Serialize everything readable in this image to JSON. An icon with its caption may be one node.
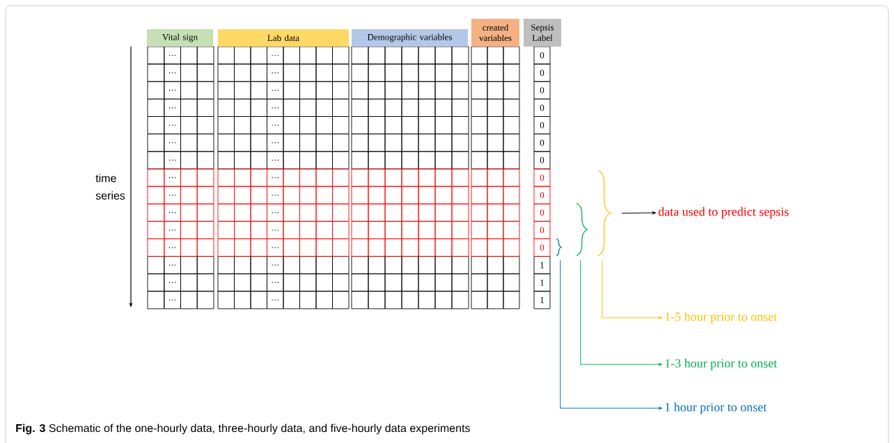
{
  "diagram": {
    "caption": "**Fig. 3** Schematic of the one-hourly data, three-hourly data, and five-hourly data experiments",
    "nodes": [
      {
        "text": [
          "Vital sign"
        ]
      },
      {
        "text": [
          "Lab data"
        ]
      },
      {
        "text": [
          "Demographic variables"
        ]
      },
      {
        "text": [
          "created variables"
        ]
      },
      {
        "text": [
          "Sepsis Label"
        ]
      },
      {
        "text": [],
        "shape": "brace"
      },
      {
        "text": [],
        "shape": "brace"
      },
      {
        "text": [],
        "shape": "brace"
      },
      {
        "text": [
          "data used to predict sepsis"
        ]
      },
      {
        "text": [
          "1-5 hour prior to onset"
        ]
      },
      {
        "text": [
          "1-3 hour prior to onset"
        ]
      },
      {
        "text": [
          "1 hour prior to onset"
        ]
      }
    ],
    "edges": [
      {
        "from": 7,
        "to": 8,
        "arrow": "to",
        "color": "#000000"
      },
      {
        "from": 7,
        "to": 9,
        "arrow": "to",
        "color": "#ffc000"
      },
      {
        "from": 6,
        "to": 10,
        "arrow": "to",
        "color": "#00b050"
      },
      {
        "from": 5,
        "to": 11,
        "arrow": "to",
        "color": "#0070c0"
      }
    ],
    "labels": [
      "time series",
      "…",
      "…",
      "0",
      "…",
      "…",
      "0",
      "…",
      "…",
      "0",
      "…",
      "…",
      "0",
      "…",
      "…",
      "0",
      "…",
      "…",
      "0",
      "…",
      "…",
      "0",
      "…",
      "…",
      "0",
      "…",
      "…",
      "0",
      "…",
      "…",
      "0",
      "…",
      "…",
      "0",
      "…",
      "…",
      "0",
      "…",
      "…",
      "1",
      "…",
      "…",
      "1",
      "…",
      "…",
      "1"
    ]
  }
}
